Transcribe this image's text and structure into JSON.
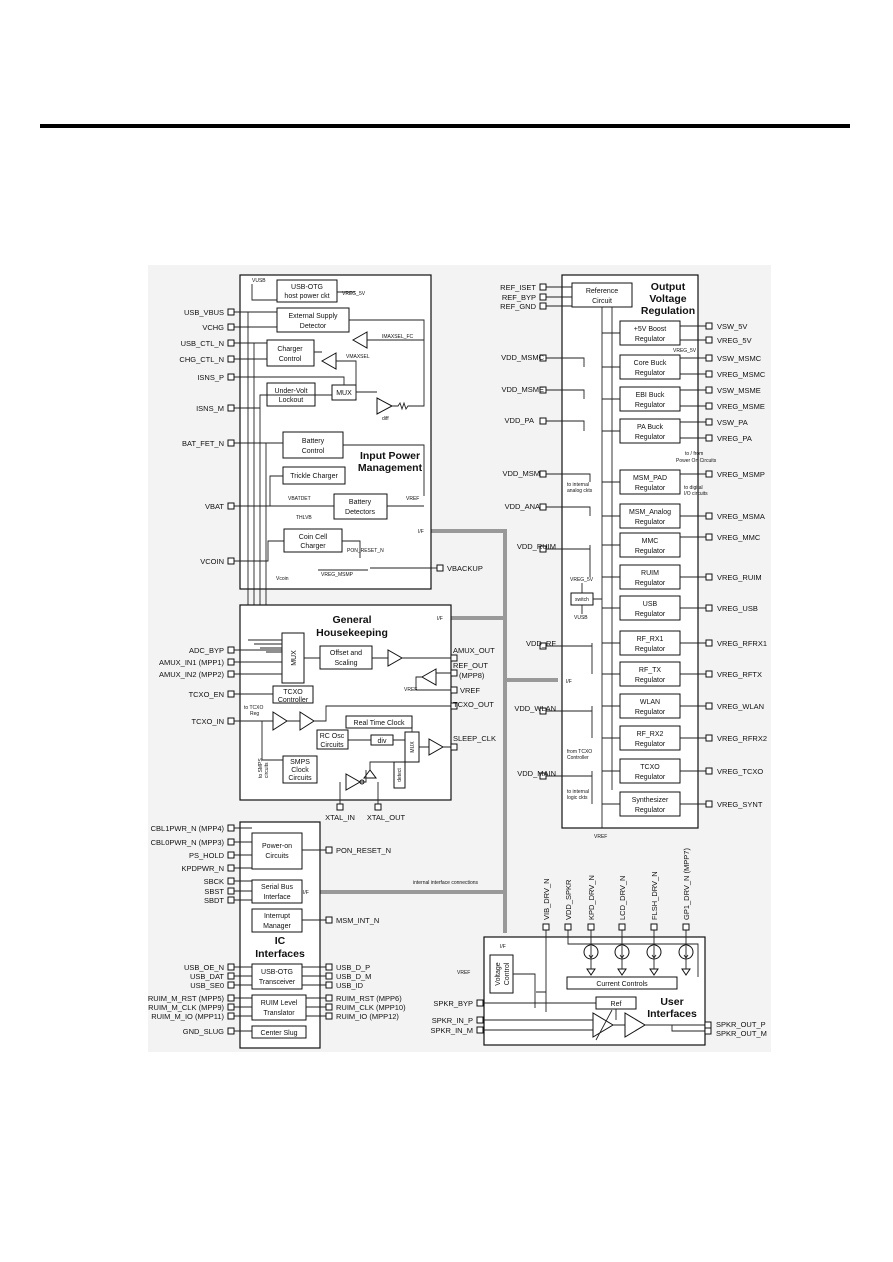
{
  "ipm": {
    "title": [
      "Input Power",
      "Management"
    ],
    "left_pins": [
      "USB_VBUS",
      "VCHG",
      "USB_CTL_N",
      "CHG_CTL_N",
      "ISNS_P",
      "ISNS_M",
      "BAT_FET_N",
      "VBAT",
      "VCOIN"
    ],
    "blocks": {
      "usb_otg_host": [
        "USB-OTG",
        "host power ckt"
      ],
      "ext_supply": [
        "External Supply",
        "Detector"
      ],
      "charger_ctrl": [
        "Charger",
        "Control"
      ],
      "uvlo": [
        "Under-Volt",
        "Lockout"
      ],
      "mux": "MUX",
      "battery_ctrl": [
        "Battery",
        "Control"
      ],
      "trickle": "Trickle Charger",
      "bat_det": [
        "Battery",
        "Detectors"
      ],
      "coin_cell": [
        "Coin Cell",
        "Charger"
      ]
    },
    "labels": {
      "vusb": "VUSB",
      "vreg_5v": "VREG_5V",
      "imaxsel": "IMAXSEL_FC",
      "vmaxsel": "VMAXSEL",
      "diff": "diff",
      "vbatdet": "VBATDET",
      "thlvb": "THLVB",
      "vcoin": "Vcoin",
      "pon_reset": "PON_RESET_N",
      "vreg_msmp": "VREG_MSMP",
      "vref": "VREF",
      "i_f": "I/F"
    },
    "right_pin": "VBACKUP"
  },
  "ovr": {
    "title": [
      "Output",
      "Voltage",
      "Regulation"
    ],
    "top_pins": [
      "REF_ISET",
      "REF_BYP",
      "REF_GND"
    ],
    "reference": [
      "Reference",
      "Circuit"
    ],
    "left_pins": [
      "VDD_MSMC",
      "VDD_MSME",
      "VDD_PA",
      "VDD_MSM",
      "VDD_ANA",
      "VDD_RUIM",
      "VDD_RF",
      "VDD_WLAN",
      "VDD_MAIN"
    ],
    "regulators": [
      [
        "+5V Boost",
        "Regulator"
      ],
      [
        "Core Buck",
        "Regulator"
      ],
      [
        "EBI Buck",
        "Regulator"
      ],
      [
        "PA Buck",
        "Regulator"
      ],
      [
        "MSM_PAD",
        "Regulator"
      ],
      [
        "MSM_Analog",
        "Regulator"
      ],
      [
        "MMC",
        "Regulator"
      ],
      [
        "RUIM",
        "Regulator"
      ],
      [
        "USB",
        "Regulator"
      ],
      [
        "RF_RX1",
        "Regulator"
      ],
      [
        "RF_TX",
        "Regulator"
      ],
      [
        "WLAN",
        "Regulator"
      ],
      [
        "RF_RX2",
        "Regulator"
      ],
      [
        "TCXO",
        "Regulator"
      ],
      [
        "Synthesizer",
        "Regulator"
      ]
    ],
    "right_pins": [
      "VSW_5V",
      "VREG_5V",
      "VSW_MSMC",
      "VREG_MSMC",
      "VSW_MSME",
      "VREG_MSME",
      "VSW_PA",
      "VREG_PA",
      "VREG_MSMP",
      "VREG_MSMA",
      "VREG_MMC",
      "VREG_RUIM",
      "VREG_USB",
      "VREG_RFRX1",
      "VREG_RFTX",
      "VREG_WLAN",
      "VREG_RFRX2",
      "VREG_TCXO",
      "VREG_SYNT"
    ],
    "labels": {
      "vreg_5v_small": "VREG_5V",
      "to_from_pon": [
        "to / from",
        "Power On Circuits"
      ],
      "to_digital": [
        "to digital",
        "I/O circuits"
      ],
      "to_internal_analog": [
        "to internal",
        "analog ckts"
      ],
      "switch": "switch",
      "vreg_5v": "VREG_5V",
      "vusb": "VUSB",
      "i_f": "I/F",
      "from_tcxo": [
        "from TCXO",
        "Controller"
      ],
      "to_internal_logic": [
        "to internal",
        "logic ckts"
      ],
      "vref": "VREF"
    }
  },
  "gh": {
    "title": [
      "General",
      "Housekeeping"
    ],
    "left_pins": [
      "ADC_BYP",
      "AMUX_IN1 (MPP1)",
      "AMUX_IN2 (MPP2)",
      "TCXO_EN",
      "TCXO_IN"
    ],
    "right_pins": [
      "AMUX_OUT",
      "REF_OUT",
      "(MPP8)",
      "VREF",
      "TCXO_OUT",
      "SLEEP_CLK"
    ],
    "blocks": {
      "mux": "MUX",
      "offset": [
        "Offset and",
        "Scaling"
      ],
      "tcxo_ctrl": [
        "TCXO",
        "Controller"
      ],
      "rtc": "Real Time Clock",
      "rc_osc": [
        "RC Osc",
        "Circuits"
      ],
      "div": "div",
      "smps": [
        "SMPS",
        "Clock",
        "Circuits"
      ],
      "mux_small": "MUX",
      "detect": "detect"
    },
    "labels": {
      "vref": "VREF",
      "i_f": "I/F",
      "to_tcxo_reg": [
        "to TCXO",
        "Reg"
      ],
      "to_smps": [
        "to SMPS",
        "circuits"
      ]
    },
    "bottom_pins": [
      "XTAL_IN",
      "XTAL_OUT"
    ]
  },
  "ic": {
    "title": [
      "IC",
      "Interfaces"
    ],
    "left_pins": [
      "CBL1PWR_N (MPP4)",
      "CBL0PWR_N (MPP3)",
      "PS_HOLD",
      "KPDPWR_N",
      "SBCK",
      "SBST",
      "SBDT",
      "USB_OE_N",
      "USB_DAT",
      "USB_SE0",
      "RUIM_M_RST (MPP5)",
      "RUIM_M_CLK (MPP9)",
      "RUIM_M_IO (MPP11)",
      "GND_SLUG"
    ],
    "right_pins": [
      "PON_RESET_N",
      "MSM_INT_N",
      "USB_D_P",
      "USB_D_M",
      "USB_ID",
      "RUIM_RST (MPP6)",
      "RUIM_CLK (MPP10)",
      "RUIM_IO (MPP12)"
    ],
    "blocks": {
      "power_on": [
        "Power-on",
        "Circuits"
      ],
      "sbi": [
        "Serial Bus",
        "Interface"
      ],
      "interrupt": [
        "Interrupt",
        "Manager"
      ],
      "usb_otg": [
        "USB-OTG",
        "Transceiver"
      ],
      "ruim": [
        "RUIM Level",
        "Translator"
      ],
      "center_slug": "Center Slug"
    },
    "labels": {
      "i_f": "I/F",
      "internal_conn": "internal interface connections"
    }
  },
  "ui": {
    "title": [
      "User",
      "Interfaces"
    ],
    "top_pins": [
      "VIB_DRV_N",
      "VDD_SPKR",
      "KPD_DRV_N",
      "LCD_DRV_N",
      "FLSH_DRV_N",
      "GP1_DRV_N (MPP7)"
    ],
    "left_pins": [
      "SPKR_BYP",
      "SPKR_IN_P",
      "SPKR_IN_M"
    ],
    "right_pins": [
      "SPKR_OUT_P",
      "SPKR_OUT_M"
    ],
    "blocks": {
      "voltage_ctrl": [
        "Voltage",
        "Control"
      ],
      "current_ctrl": "Current Controls",
      "ref": "Ref"
    },
    "labels": {
      "i_f": "I/F",
      "vref": "VREF"
    }
  }
}
